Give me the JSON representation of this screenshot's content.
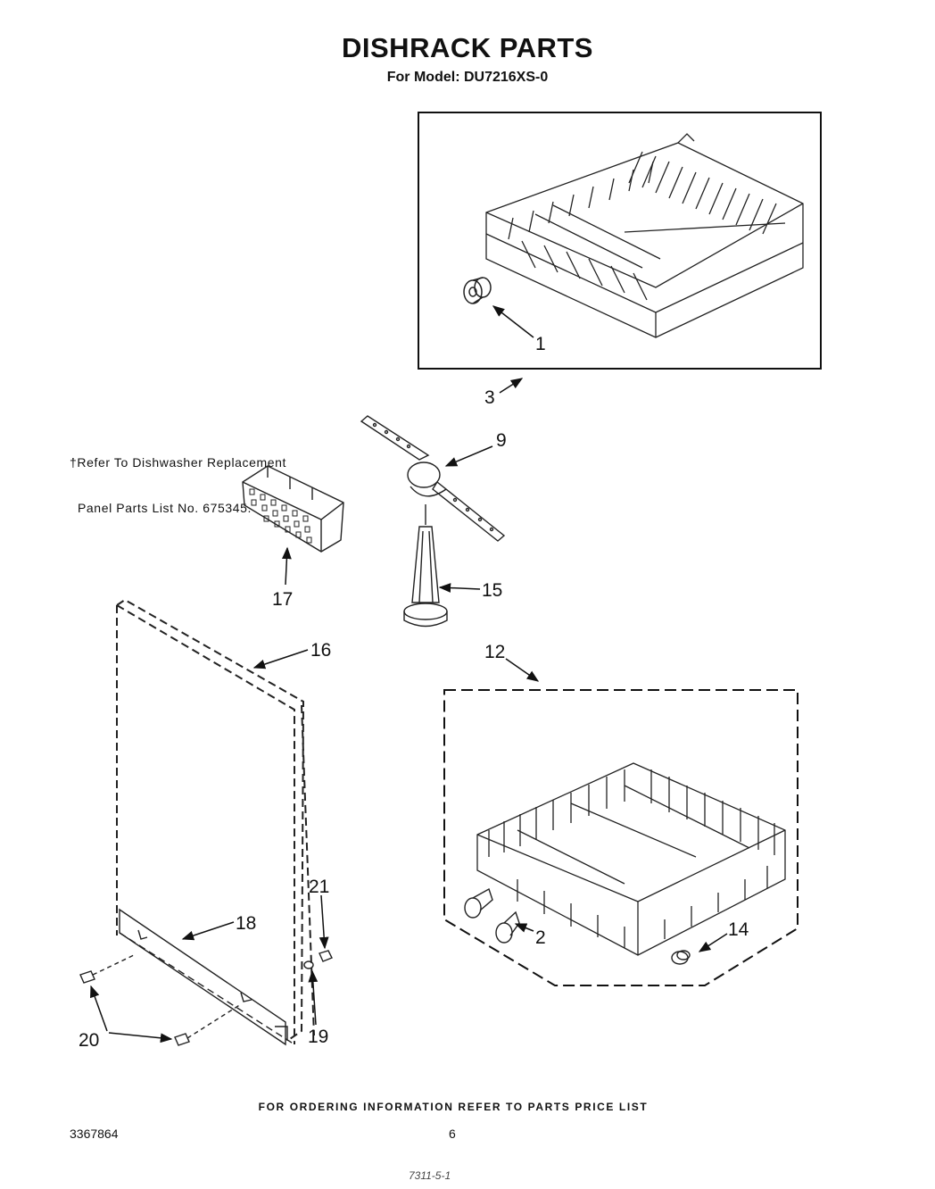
{
  "title": "DISHRACK PARTS",
  "subtitle": "For Model: DU7216XS-0",
  "note": {
    "line1": "†Refer To Dishwasher Replacement",
    "line2": "  Panel Parts List No. 675345."
  },
  "callouts": {
    "c1": "1",
    "c2": "2",
    "c3": "3",
    "c9": "9",
    "c12": "12",
    "c14": "14",
    "c15": "15",
    "c16": "16",
    "c17": "17",
    "c18": "18",
    "c19": "19",
    "c20": "20",
    "c21": "21"
  },
  "footer": "FOR ORDERING INFORMATION REFER TO PARTS PRICE LIST",
  "doc_number": "3367864",
  "page_number": "6",
  "scribble": "7311-5-1"
}
